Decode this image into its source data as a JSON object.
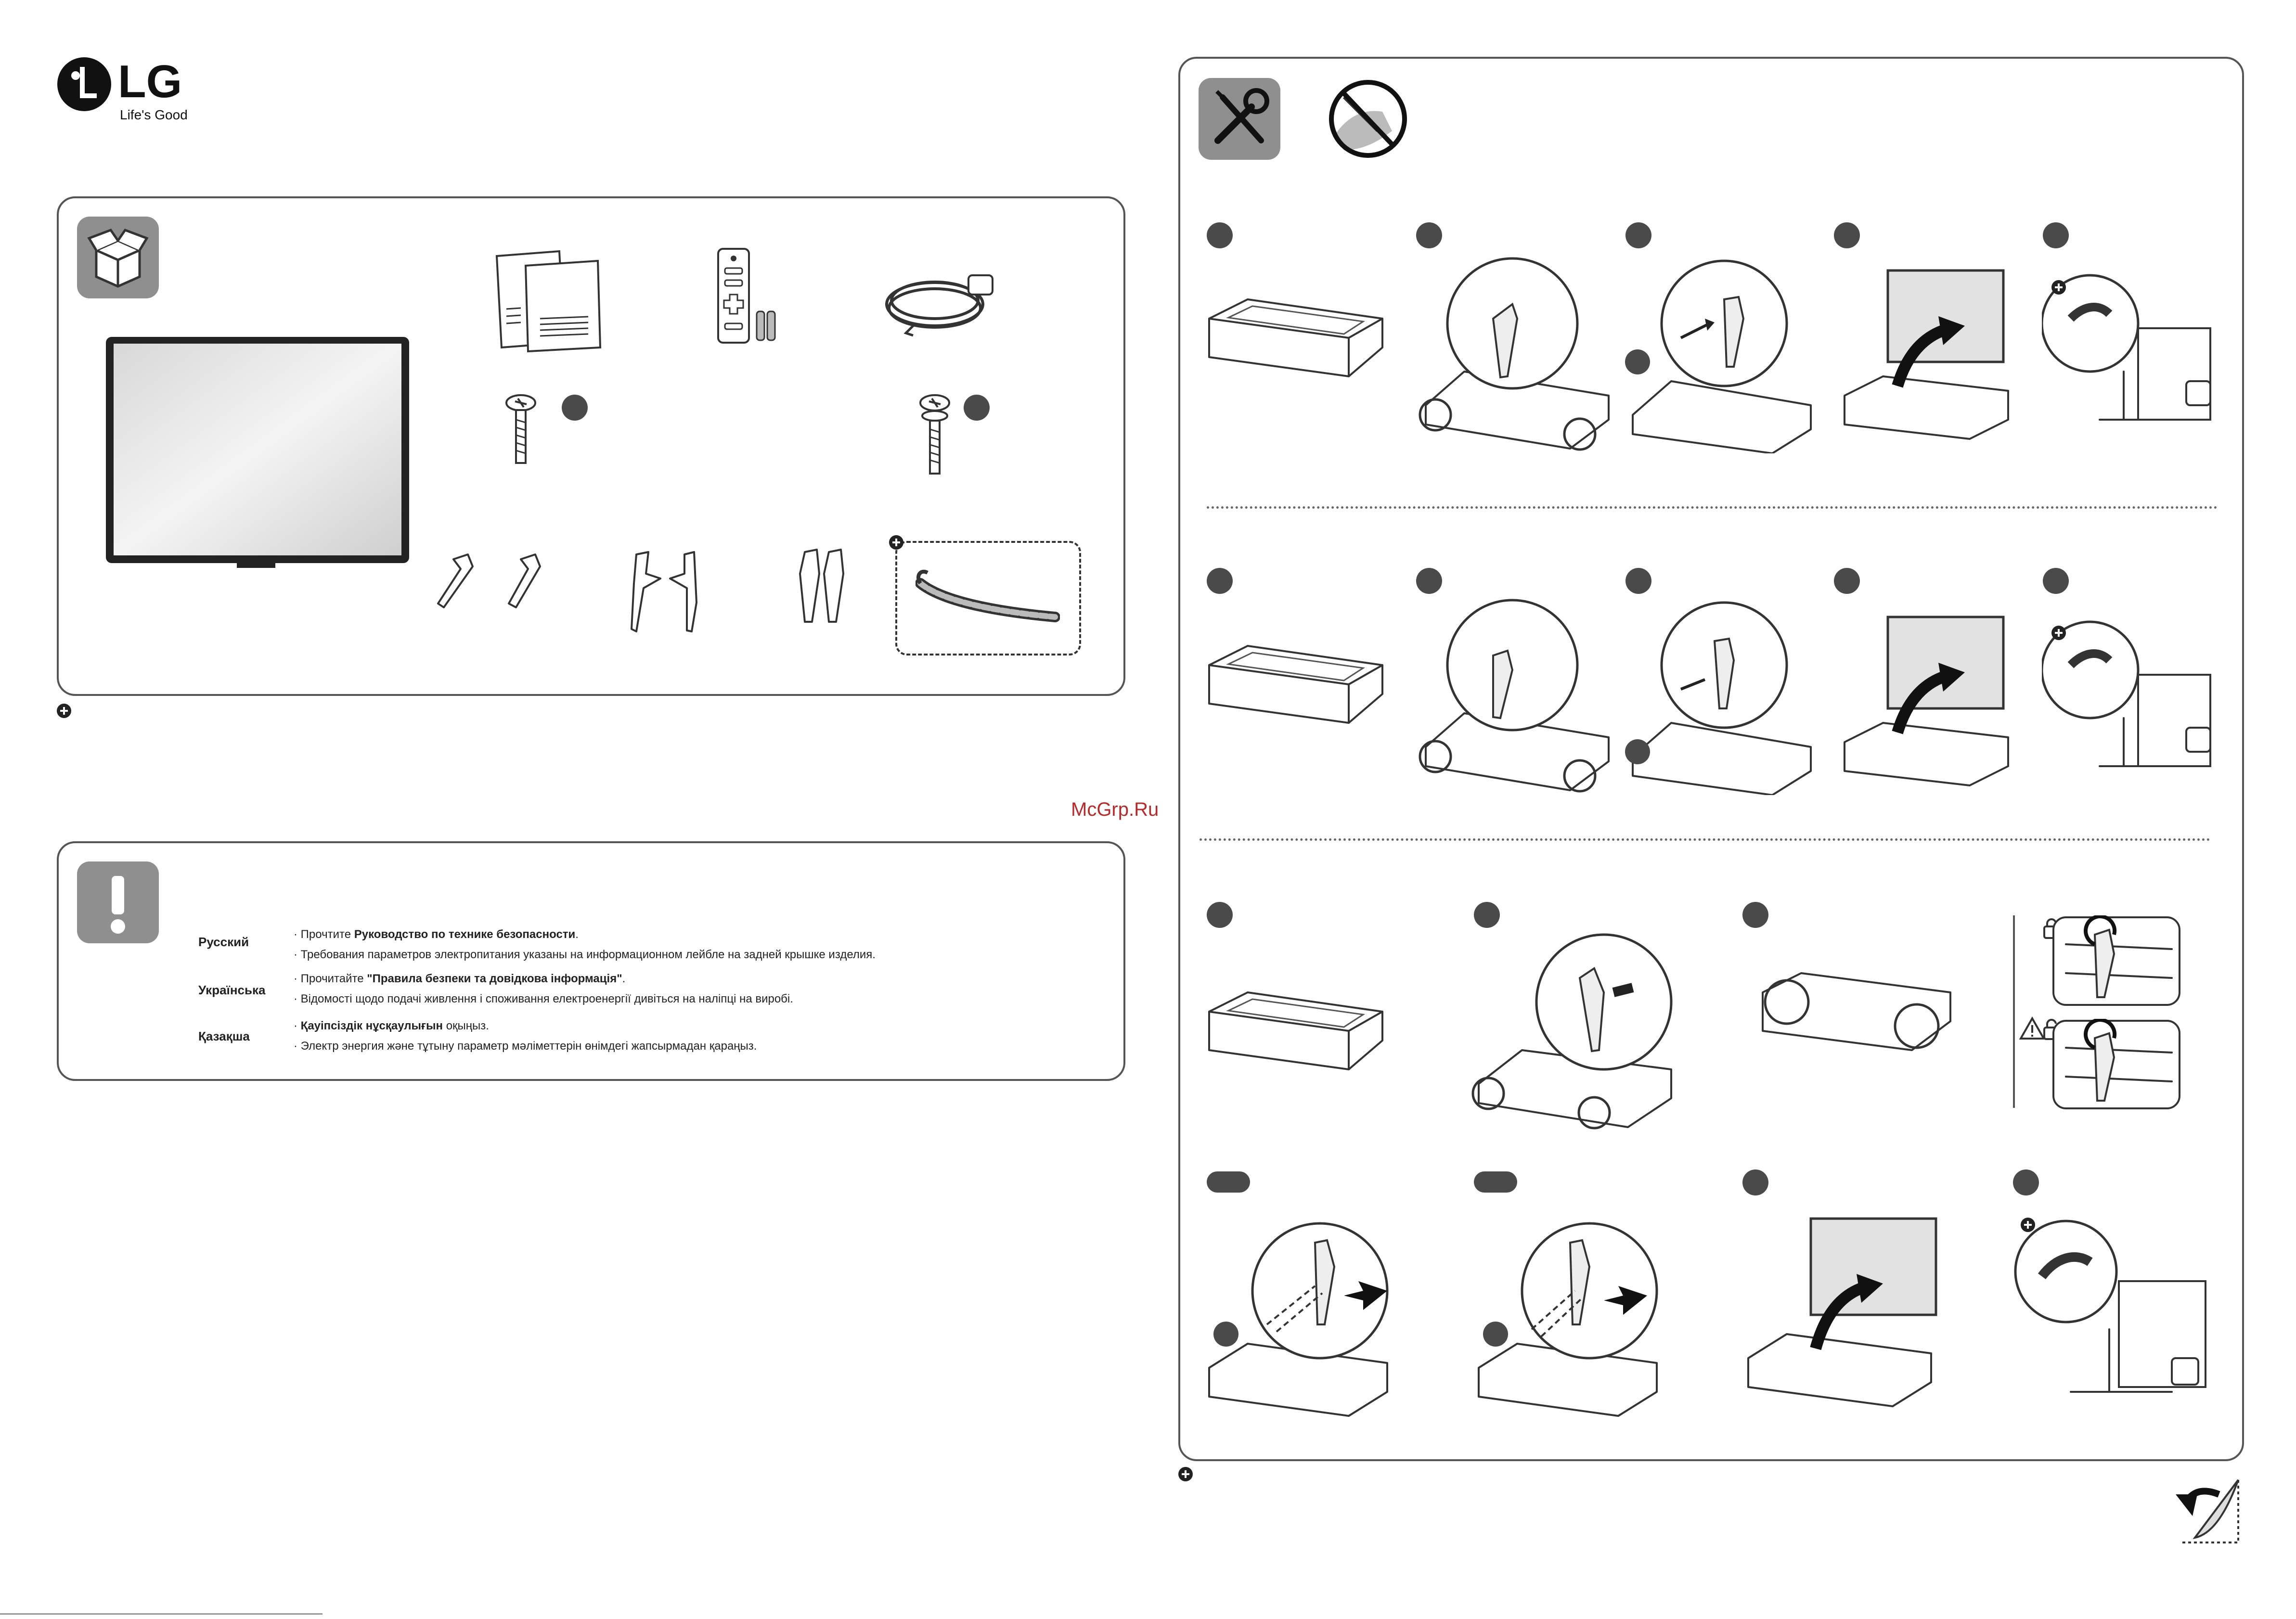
{
  "brand": {
    "name": "LG",
    "tagline": "Life's Good",
    "logo_icon": "lg-logo-icon"
  },
  "watermark": "McGrp.Ru",
  "box_contents": {
    "icon": "open-box-icon",
    "items": [
      "tv-icon",
      "manual-icon",
      "remote-icon",
      "power-cord-icon",
      "screw-icon",
      "screw-washer-icon",
      "stand-legs-icon",
      "cable-holder-icon"
    ]
  },
  "safety": {
    "icon": "exclamation-icon",
    "languages": [
      {
        "name": "Русский",
        "line1_pre": "Прочтите ",
        "line1_bold": "Руководство по технике безопасности",
        "line1_post": ".",
        "line2": "Требования параметров электропитания указаны на информационном лейбле на задней крышке изделия."
      },
      {
        "name": "Українська",
        "line1_pre": "Прочитайте ",
        "line1_bold": "\"Правила безпеки та довідкова інформація\"",
        "line1_post": ".",
        "line2": "Відомості щодо подачі живлення і споживання електроенергії дивіться на наліпці на виробі."
      },
      {
        "name": "Қазақша",
        "line1_pre": "",
        "line1_bold": "Қауіпсіздік нұсқаулығын",
        "line1_post": " оқыңыз.",
        "line2": "Электр энергия және тұтыну параметр мәліметтерін өнімдегі жапсырмадан қараңыз."
      }
    ]
  },
  "assembly": {
    "tools_icon": "tools-icon",
    "no_sharp_icon": "no-sharp-object-icon",
    "page_turn_icon": "page-turn-icon"
  }
}
